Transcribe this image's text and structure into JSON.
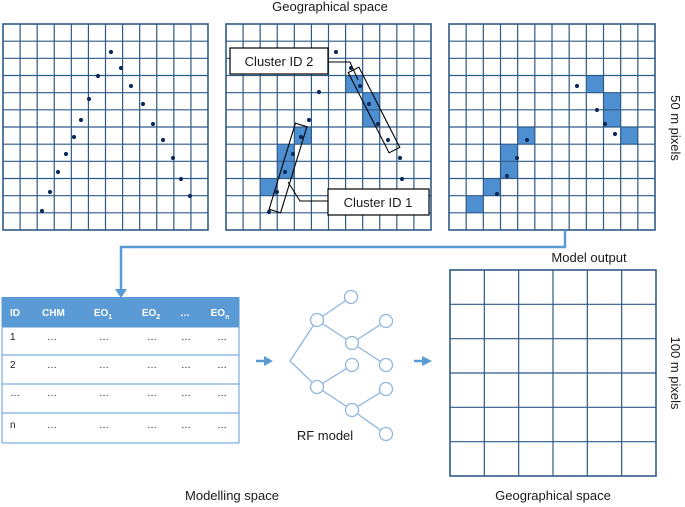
{
  "titles": {
    "geo_top": "Geographical space",
    "pixels_50": "50 m pixels",
    "model_output": "Model output",
    "pixels_100": "100 m pixels",
    "rf_model": "RF model",
    "modelling_space": "Modelling space",
    "geo_bottom": "Geographical space"
  },
  "callouts": {
    "cluster2": "Cluster ID 2",
    "cluster1": "Cluster ID 1"
  },
  "table": {
    "headers": [
      {
        "main": "ID",
        "sub": ""
      },
      {
        "main": "CHM",
        "sub": ""
      },
      {
        "main": "EO",
        "sub": "1"
      },
      {
        "main": "EO",
        "sub": "2"
      },
      {
        "main": "…",
        "sub": ""
      },
      {
        "main": "EO",
        "sub": "n"
      }
    ],
    "rows": [
      [
        "1",
        "…",
        "…",
        "…",
        "…",
        "…"
      ],
      [
        "2",
        "…",
        "…",
        "…",
        "…",
        "…"
      ],
      [
        "…",
        "…",
        "…",
        "…",
        "…",
        "…"
      ],
      [
        "n",
        "…",
        "…",
        "…",
        "…",
        "…"
      ]
    ]
  },
  "colors": {
    "grid": "#2e5a86",
    "cell_fill": "#4d8fd1",
    "dot": "#0d2a5c",
    "flow_arrow": "#5b9bd5",
    "tree": "#8fb6de"
  }
}
